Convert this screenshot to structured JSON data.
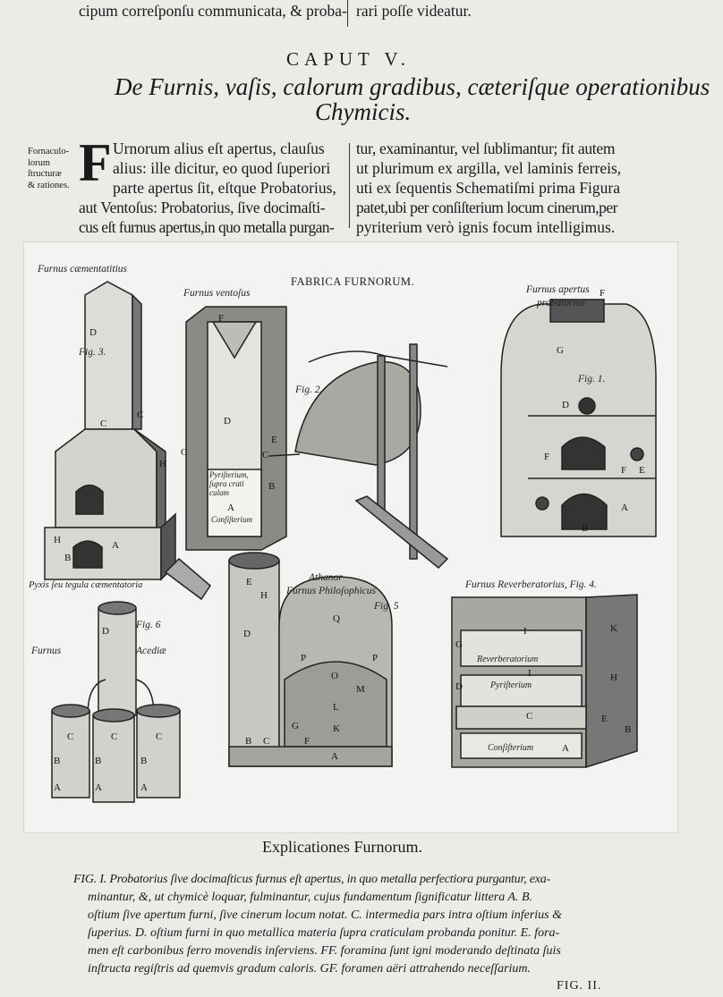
{
  "top_fragment": {
    "left_line": "cipum correſponſu communicata, & proba-",
    "right_line": "rari poſſe videatur."
  },
  "chapter": {
    "heading": "CAPUT V.",
    "title_line1": "De Furnis, vaſis, calorum gradibus, cæteriſque operationibus",
    "title_line2": "Chymicis."
  },
  "margin_note": [
    "Fornaculo-",
    "lorum",
    "ſtructuræ",
    "& rationes."
  ],
  "body": {
    "drop_cap": "F",
    "left_column": [
      "Urnorum alius eſt apertus, clauſus",
      "alius: ille dicitur, eo quod ſuperiori",
      "parte apertus ſit, eſtque Probatorius,",
      "aut Ventoſus: Probatorius, ſive docimaſti-",
      "cus eſt furnus apertus,in quo metalla purgan-"
    ],
    "right_column": [
      "tur, examinantur, vel ſublimantur; fit autem",
      "ut plurimum ex argilla, vel laminis ferreis,",
      "uti ex ſequentis Schematiſmi prima Figura",
      "patet,ubi per conſiſterium locum cinerum,per",
      "pyriterium verò ignis focum intelligimus."
    ]
  },
  "plate": {
    "title": "FABRICA FURNORUM.",
    "labels": {
      "cementatitius": "Furnus cæmentatitius",
      "ventosus": "Furnus ventoſus",
      "apertus1": "Furnus apertus",
      "apertus2": "probatorius",
      "fig3": "Fig. 3.",
      "fig2": "Fig. 2.",
      "fig1": "Fig. 1.",
      "pyxis": "Pyxis ſeu tegula cæmentatoria",
      "athanor": "Athanor",
      "philosophicus": "Furnus Philoſophicus",
      "fig5": "Fig. 5",
      "reverberatorius": "Furnus Reverberatorius, Fig. 4.",
      "fig6": "Fig. 6",
      "acediae1": "Furnus",
      "acediae2": "Acediæ",
      "pyristerium_supra": "Pyriſterium, ſupra crati culam",
      "consisterium": "Conſiſterium",
      "reverberatorium": "Reverberatorium",
      "pyristerium": "Pyriſterium",
      "consisterium4": "Conſiſterium"
    },
    "letters": {
      "fig3": [
        "D",
        "C",
        "C",
        "H",
        "H",
        "B",
        "A"
      ],
      "fig2": [
        "F",
        "D",
        "C",
        "E",
        "C",
        "A",
        "B"
      ],
      "fig1": [
        "F",
        "G",
        "D",
        "F",
        "E",
        "F",
        "A",
        "B"
      ],
      "fig6": [
        "D",
        "C",
        "C",
        "C",
        "B",
        "B",
        "B",
        "A",
        "A",
        "A"
      ],
      "fig5": [
        "E",
        "H",
        "D",
        "Q",
        "P",
        "P",
        "O",
        "M",
        "L",
        "K",
        "G",
        "B",
        "C",
        "F",
        "A"
      ],
      "fig4": [
        "I",
        "K",
        "G",
        "I",
        "D",
        "H",
        "C",
        "E",
        "B",
        "A"
      ]
    }
  },
  "explication": {
    "title": "Explicationes Furnorum.",
    "lines": [
      "FIG. I. Probatorius ſive docimaſticus furnus eſt apertus, in quo metalla perfectiora purgantur, exa-",
      "minantur, &, ut chymicè loquar, fulminantur, cujus fundamentum ſignificatur littera A. B.",
      "oſtium ſive apertum furni, ſive cinerum locum notat. C. intermedia pars intra oſtium inferius &",
      "ſuperius. D. oſtium furni in quo metallica materia ſupra craticulam probanda ponitur. E. fora-",
      "men eſt carbonibus ferro movendis inſerviens. FF. foramina ſunt igni moderando deſtinata ſuis",
      "inſtructa regiſtris ad quemvis gradum caloris. GF. foramen aëri attrahendo neceſſarium."
    ],
    "next_fig": "FIG. II."
  }
}
